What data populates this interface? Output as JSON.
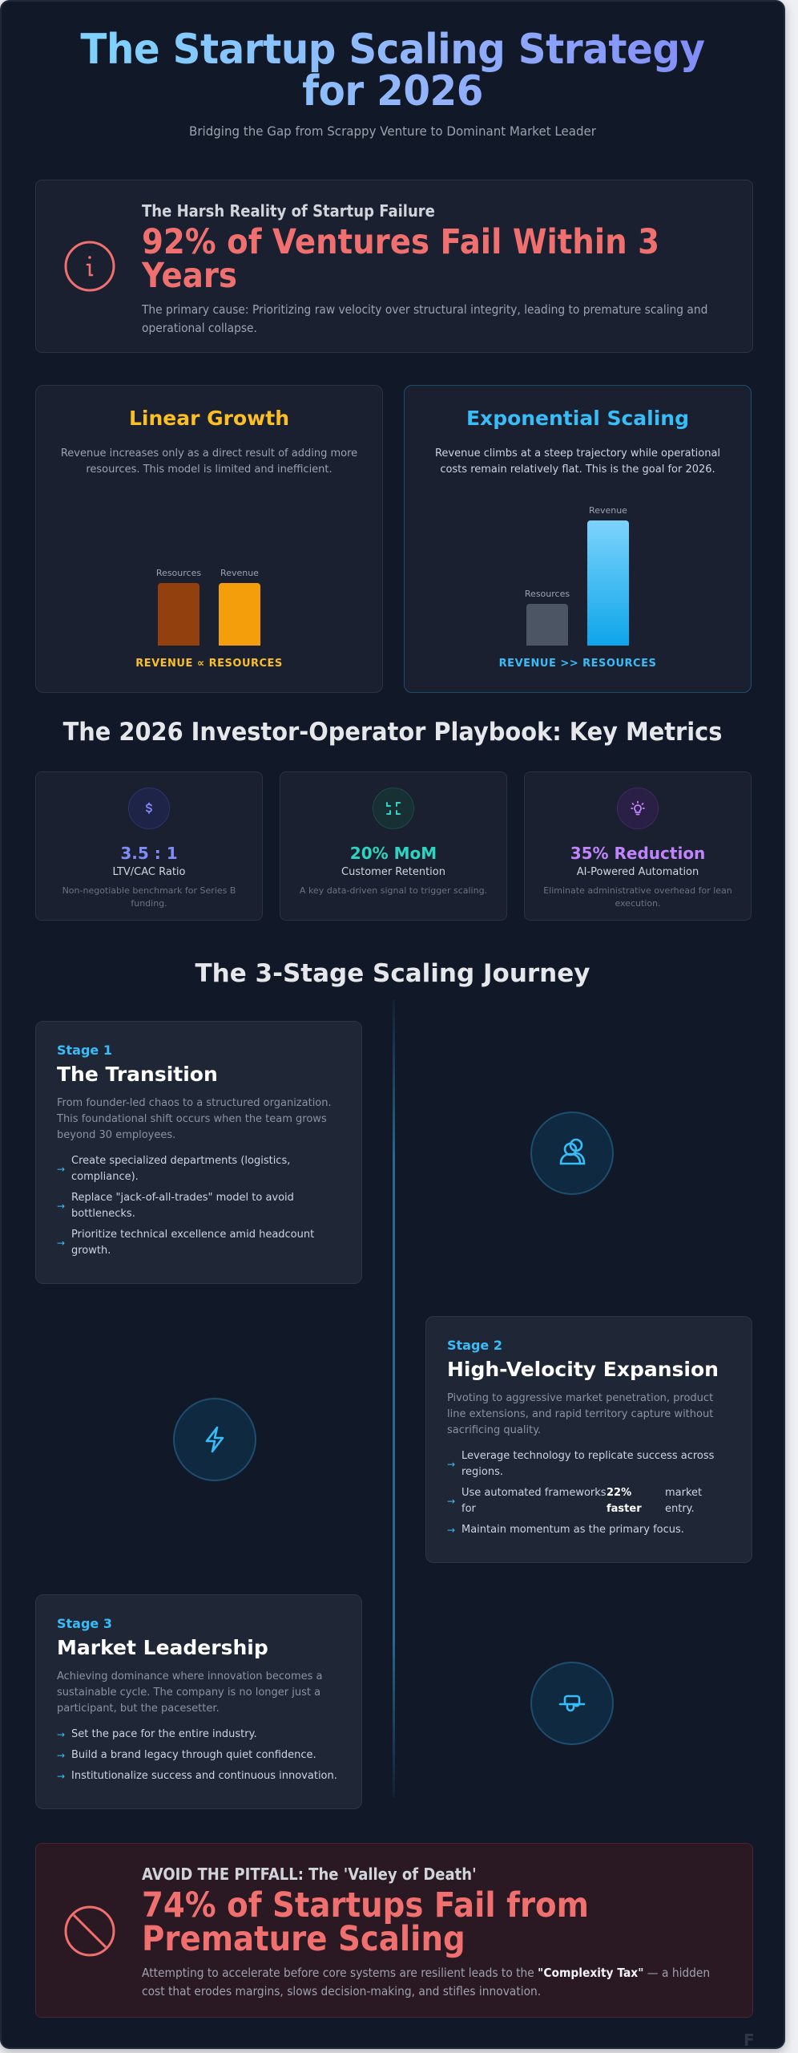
{
  "header": {
    "title": "The Startup Scaling Strategy for 2026",
    "subtitle": "Bridging the Gap from Scrappy Venture to Dominant Market Leader"
  },
  "failure_alert": {
    "icon": "info-circle-icon",
    "kicker": "The Harsh Reality of Startup Failure",
    "headline": "92% of Ventures Fail Within 3 Years",
    "text": "The primary cause: Prioritizing raw velocity over structural integrity, leading to premature scaling and operational collapse."
  },
  "growth_models": [
    {
      "title": "Linear Growth",
      "description": "Revenue increases only as a direct result of adding more resources. This model is limited and inefficient.",
      "formula": "REVENUE ∝ RESOURCES",
      "bars": [
        {
          "label": "Resources",
          "height": 78,
          "color": "#92400e"
        },
        {
          "label": "Revenue",
          "height": 78,
          "color": "#f59e0b"
        }
      ]
    },
    {
      "title": "Exponential Scaling",
      "description": "Revenue climbs at a steep trajectory while operational costs remain relatively flat. This is the goal for 2026.",
      "formula": "REVENUE >> RESOURCES",
      "bars": [
        {
          "label": "Resources",
          "height": 52,
          "color": "#4b5563"
        },
        {
          "label": "Revenue",
          "height": 156,
          "color": "#38bdf8"
        }
      ]
    }
  ],
  "chart_data": {
    "type": "bar",
    "title": "Linear Growth vs Exponential Scaling",
    "categories": [
      "Resources",
      "Revenue"
    ],
    "series": [
      {
        "name": "Linear Growth",
        "values": [
          1,
          1
        ]
      },
      {
        "name": "Exponential Scaling",
        "values": [
          1,
          3
        ]
      }
    ],
    "annotations": [
      "REVENUE ∝ RESOURCES",
      "REVENUE >> RESOURCES"
    ],
    "xlabel": "",
    "ylabel": "",
    "grid": false
  },
  "metrics_section": {
    "title": "The 2026 Investor-Operator Playbook: Key Metrics",
    "metrics": [
      {
        "icon": "dollar-icon",
        "value": "3.5 : 1",
        "label": "LTV/CAC Ratio",
        "note": "Non-negotiable benchmark for Series B funding.",
        "color": "#818cf8"
      },
      {
        "icon": "compress-icon",
        "value": "20% MoM",
        "label": "Customer Retention",
        "note": "A key data-driven signal to trigger scaling.",
        "color": "#2dd4bf"
      },
      {
        "icon": "lightbulb-icon",
        "value": "35% Reduction",
        "label": "AI-Powered Automation",
        "note": "Eliminate administrative overhead for lean execution.",
        "color": "#c084fc"
      }
    ]
  },
  "journey": {
    "title": "The 3-Stage Scaling Journey",
    "stages": [
      {
        "num": "Stage 1",
        "title": "The Transition",
        "description": "From founder-led chaos to a structured organization. This foundational shift occurs when the team grows beyond 30 employees.",
        "icon": "users-icon",
        "items": [
          "Create specialized departments (logistics, compliance).",
          "Replace \"jack-of-all-trades\" model to avoid bottlenecks.",
          "Prioritize technical excellence amid headcount growth."
        ]
      },
      {
        "num": "Stage 2",
        "title": "High-Velocity Expansion",
        "description": "Pivoting to aggressive market penetration, product line extensions, and rapid territory capture without sacrificing quality.",
        "icon": "lightning-icon",
        "items": [
          "Leverage technology to replicate success across regions.",
          {
            "pre": "Use automated frameworks for",
            "bold": "22% faster",
            "post": "market entry."
          },
          "Maintain momentum as the primary focus."
        ]
      },
      {
        "num": "Stage 3",
        "title": "Market Leadership",
        "description": "Achieving dominance where innovation becomes a sustainable cycle. The company is no longer just a participant, but the pacesetter.",
        "icon": "crown-hat-icon",
        "items": [
          "Set the pace for the entire industry.",
          "Build a brand legacy through quiet confidence.",
          "Institutionalize success and continuous innovation."
        ]
      }
    ],
    "arrow": "→"
  },
  "pitfall_alert": {
    "icon": "prohibited-icon",
    "kicker": "AVOID THE PITFALL: The 'Valley of Death'",
    "headline": "74% of Startups Fail from Premature Scaling",
    "text_pre": "Attempting to accelerate before core systems are resilient leads to the ",
    "text_bold": "\"Complexity Tax\"",
    "text_post": " — a hidden cost that erodes margins, slows decision-making, and stifles innovation."
  },
  "watermark": "F"
}
